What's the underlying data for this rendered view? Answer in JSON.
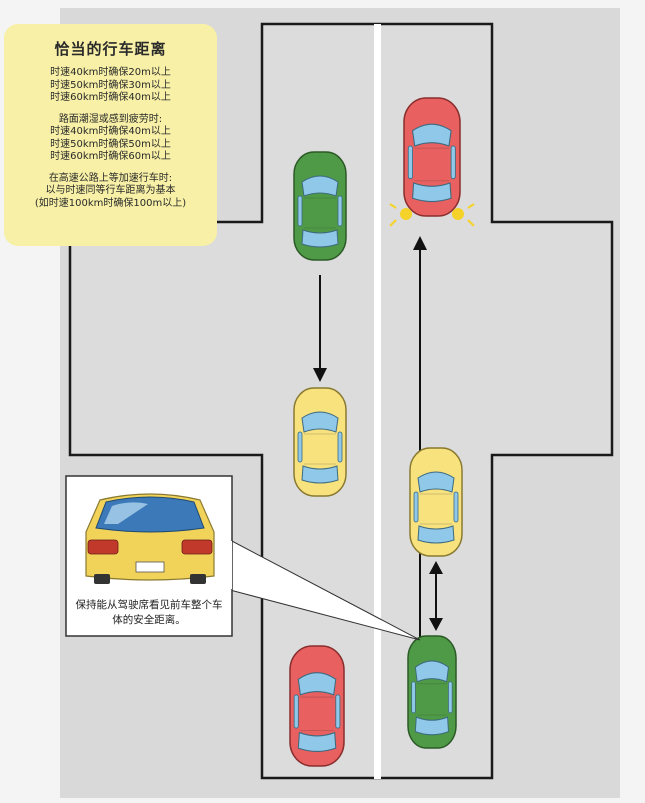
{
  "info": {
    "title": "恰当的行车距离",
    "groups": [
      [
        "时速40km时确保20m以上",
        "时速50km时确保30m以上",
        "时速60km时确保40m以上"
      ],
      [
        "路面潮湿或感到疲劳时:",
        "时速40km时确保40m以上",
        "时速50km时确保50m以上",
        "时速60km时确保60m以上"
      ],
      [
        "在高速公路上等加速行车时:",
        "以与时速同等行车距离为基本",
        "(如时速100km时确保100m以上)"
      ]
    ]
  },
  "callout": {
    "text": "保持能从驾驶席看见前车整个车体的安全距离。"
  },
  "colors": {
    "road": "#d9d9d9",
    "background": "#f4f4f4",
    "info_box": "#f7f0a6",
    "car_red": "#e8605f",
    "car_green": "#4f9a46",
    "car_yellow": "#f7e27e",
    "window": "#8fc8e8",
    "lane_line": "#ffffff"
  },
  "icons": [
    "car-red-icon",
    "car-green-icon",
    "car-yellow-icon",
    "car-rear-view-icon",
    "hazard-lights-icon",
    "arrow-down-icon",
    "arrow-up-icon",
    "double-arrow-icon"
  ]
}
